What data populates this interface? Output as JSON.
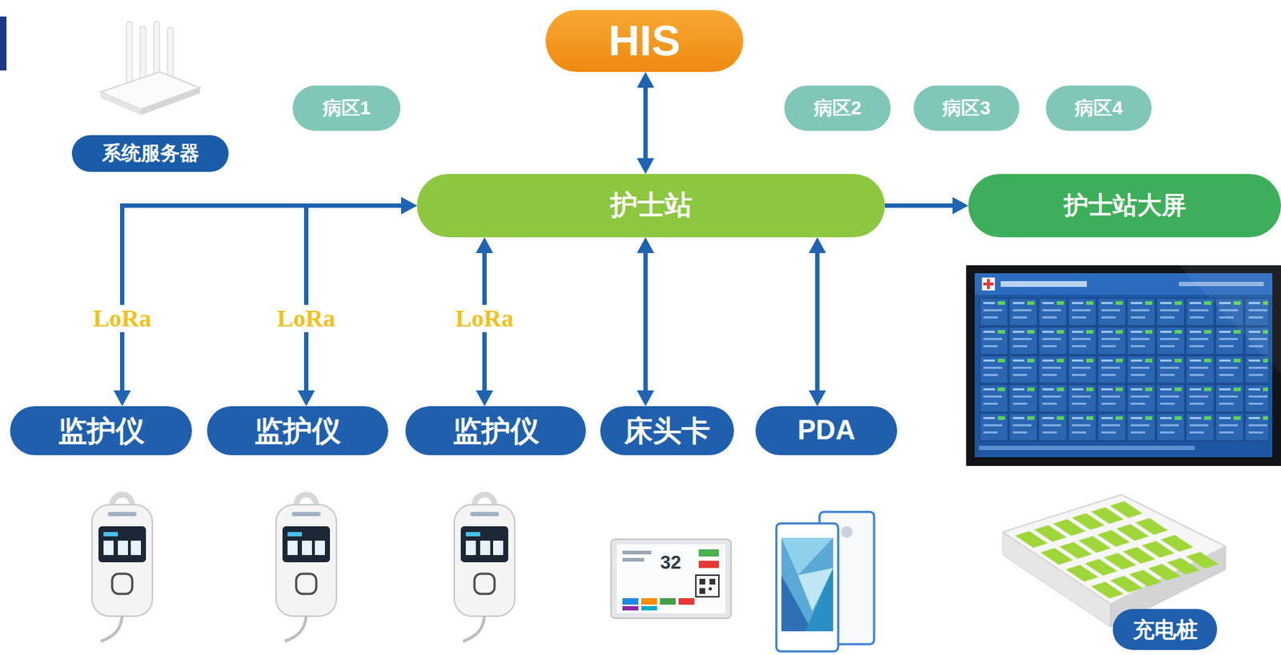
{
  "diagram": {
    "nodes": [
      {
        "text": [
          "HIS"
        ]
      },
      {
        "text": [
          "病区1"
        ]
      },
      {
        "text": [
          "病区2"
        ]
      },
      {
        "text": [
          "病区3"
        ]
      },
      {
        "text": [
          "病区4"
        ]
      },
      {
        "text": [
          "系统服务器"
        ]
      },
      {
        "text": [
          "护士站"
        ]
      },
      {
        "text": [
          "护士站大屏"
        ]
      },
      {
        "text": [
          "监护仪"
        ]
      },
      {
        "text": [
          "监护仪"
        ]
      },
      {
        "text": [
          "监护仪"
        ]
      },
      {
        "text": [
          "床头卡"
        ]
      },
      {
        "text": [
          "PDA"
        ]
      },
      {
        "text": [
          "充电桩"
        ]
      }
    ],
    "edges": [
      {
        "from": 0,
        "to": 6,
        "arrow": "both"
      },
      {
        "from": 8,
        "to": 6,
        "label": "LoRa",
        "arrow": "both"
      },
      {
        "from": 9,
        "to": 6,
        "label": "LoRa",
        "arrow": "both"
      },
      {
        "from": 10,
        "to": 6,
        "label": "LoRa",
        "arrow": "both"
      },
      {
        "from": 11,
        "to": 6,
        "arrow": "both"
      },
      {
        "from": 12,
        "to": 6,
        "arrow": "both"
      },
      {
        "from": 6,
        "to": 7,
        "arrow": "to"
      }
    ],
    "labels": [
      "32"
    ]
  }
}
